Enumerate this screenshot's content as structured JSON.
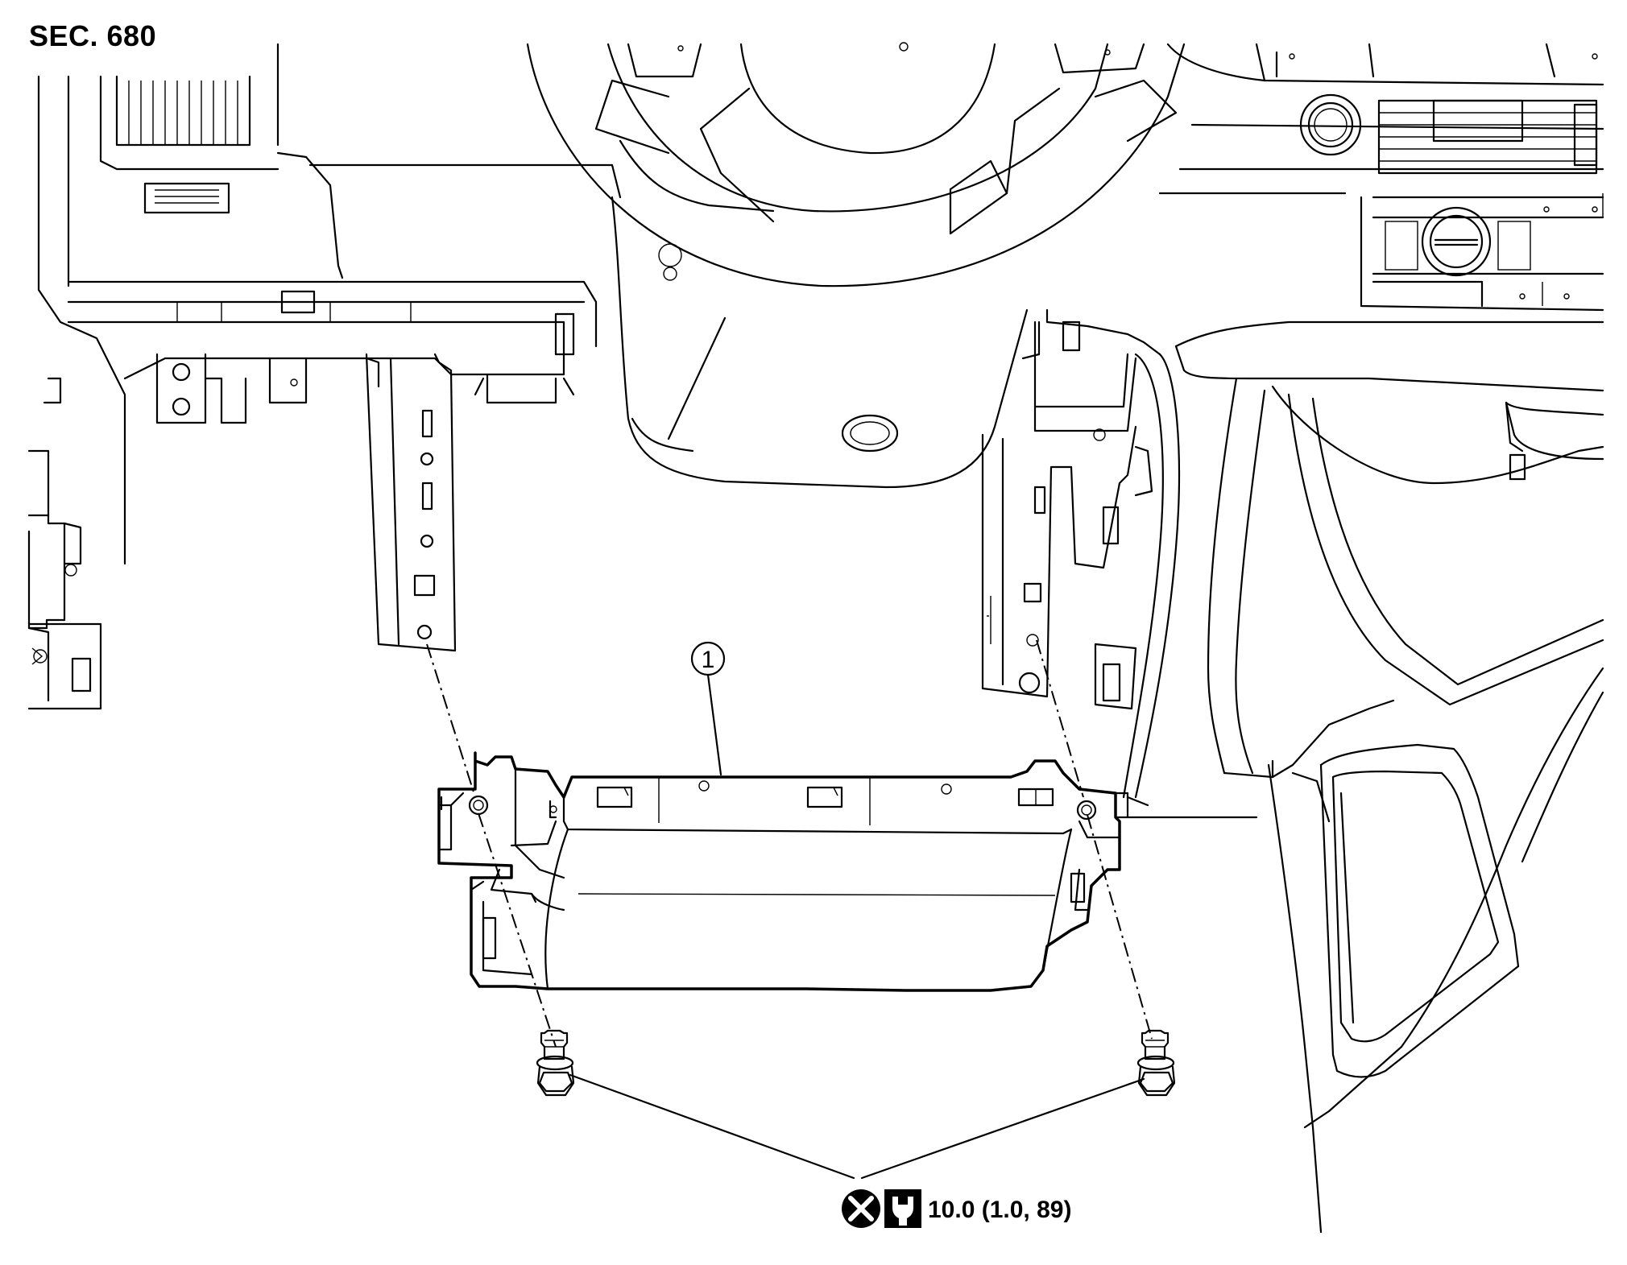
{
  "section": "SEC. 680",
  "callouts": [
    {
      "id": "part-1",
      "label": "1"
    }
  ],
  "torque": {
    "text": "10.0 (1.0, 89)",
    "symbols": [
      "always-replace-icon",
      "torque-wrench-icon"
    ]
  }
}
